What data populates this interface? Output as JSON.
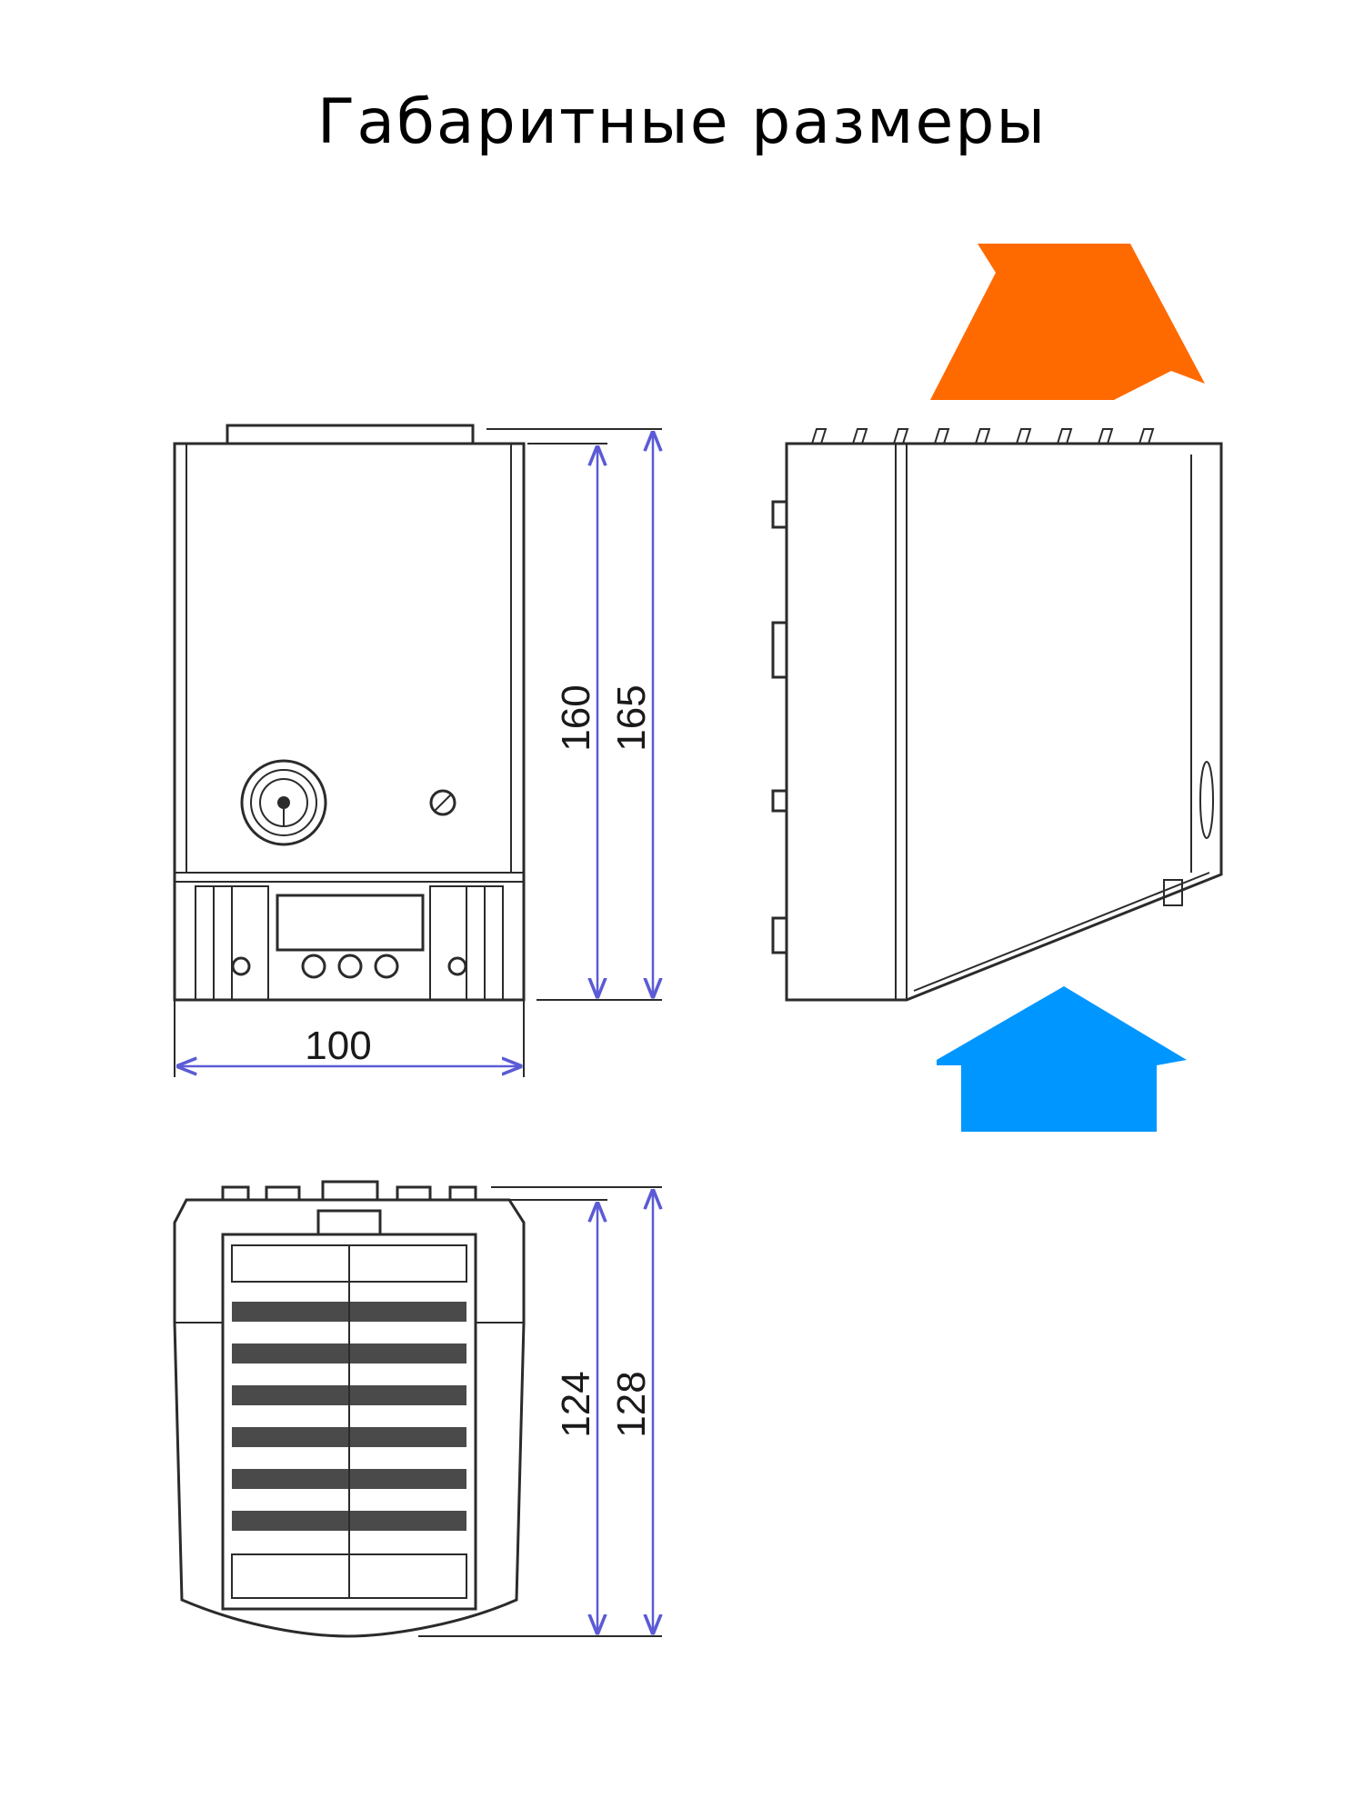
{
  "title": "Габаритные размеры",
  "colors": {
    "hot_air_arrow": "#ff6a00",
    "cold_air_arrow": "#0096ff",
    "dimension_lines": "#5b5bd6",
    "outline": "#2b2b2b"
  },
  "dimensions": {
    "front_width": "100",
    "front_height_inner": "160",
    "front_height_outer": "165",
    "bottom_depth_inner": "124",
    "bottom_depth_outer": "128"
  }
}
